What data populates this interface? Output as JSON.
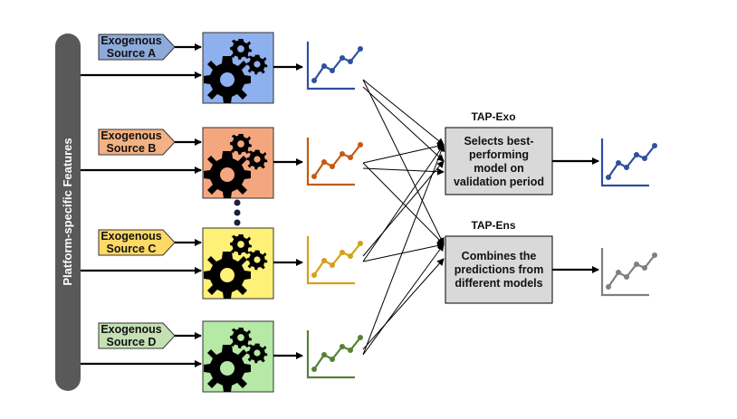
{
  "sidebar": {
    "label": "Platform-specific Features"
  },
  "sources": [
    {
      "line1": "Exogenous",
      "line2": "Source A",
      "label_color": "#8eaadb",
      "gear_bg": "#8fb0ee",
      "chart_color": "#2f4f9f"
    },
    {
      "line1": "Exogenous",
      "line2": "Source B",
      "label_color": "#f4b183",
      "gear_bg": "#f4a77f",
      "chart_color": "#c55a11"
    },
    {
      "line1": "Exogenous",
      "line2": "Source C",
      "label_color": "#ffd966",
      "gear_bg": "#fff078",
      "chart_color": "#d4a017"
    },
    {
      "line1": "Exogenous",
      "line2": "Source D",
      "label_color": "#c5e0b4",
      "gear_bg": "#b6e8a6",
      "chart_color": "#548235"
    }
  ],
  "tap_exo": {
    "title": "TAP-Exo",
    "lines": [
      "Selects best-",
      "performing",
      "model on",
      "validation period"
    ],
    "chart_color": "#2f4f9f"
  },
  "tap_ens": {
    "title": "TAP-Ens",
    "lines": [
      "Combines the",
      "predictions from",
      "different models"
    ],
    "chart_color": "#7f7f7f"
  },
  "colors": {
    "arrow": "#000000",
    "process_box": "#d9d9d9",
    "sidebar": "#595959"
  }
}
